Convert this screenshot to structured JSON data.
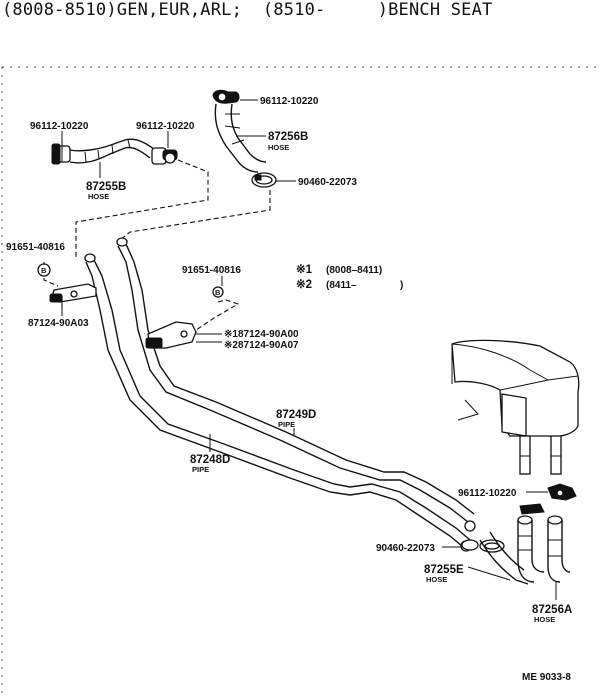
{
  "header": {
    "applicability": "(8008-8510)GEN,EUR,ARL;",
    "applicability2": "(8510-",
    "applicability2_end": ")BENCH SEAT"
  },
  "parts": {
    "clamp_top_right": "96112-10220",
    "hose_87256b_no": "87256B",
    "hose_87256b_name": "HOSE",
    "clamp_90460_top": "90460-22073",
    "clamp_left_a": "96112-10220",
    "clamp_left_b": "96112-10220",
    "hose_87255b_no": "87255B",
    "hose_87255b_name": "HOSE",
    "grommet_left": "91651-40816",
    "grommet_mid": "91651-40816",
    "bracket_left": "87124-90A03",
    "bracket_mid_1": "87124-90A00",
    "bracket_mid_2": "87124-90A07",
    "pipe_87249d_no": "87249D",
    "pipe_87249d_name": "PIPE",
    "pipe_87248d_no": "87248D",
    "pipe_87248d_name": "PIPE",
    "clamp_right": "96112-10220",
    "clamp_90460_bottom": "90460-22073",
    "hose_87255e_no": "87255E",
    "hose_87255e_name": "HOSE",
    "hose_87256a_no": "87256A",
    "hose_87256a_name": "HOSE"
  },
  "legend": {
    "item1_mark": "※1",
    "item1_range": "(8008–8411)",
    "item2_mark": "※2",
    "item2_range": "(8411–",
    "item2_end": ")"
  },
  "marks": {
    "note1": "※1",
    "note2": "※2",
    "bolt_symbol": "B"
  },
  "footer": {
    "code": "ME  9033-8"
  }
}
